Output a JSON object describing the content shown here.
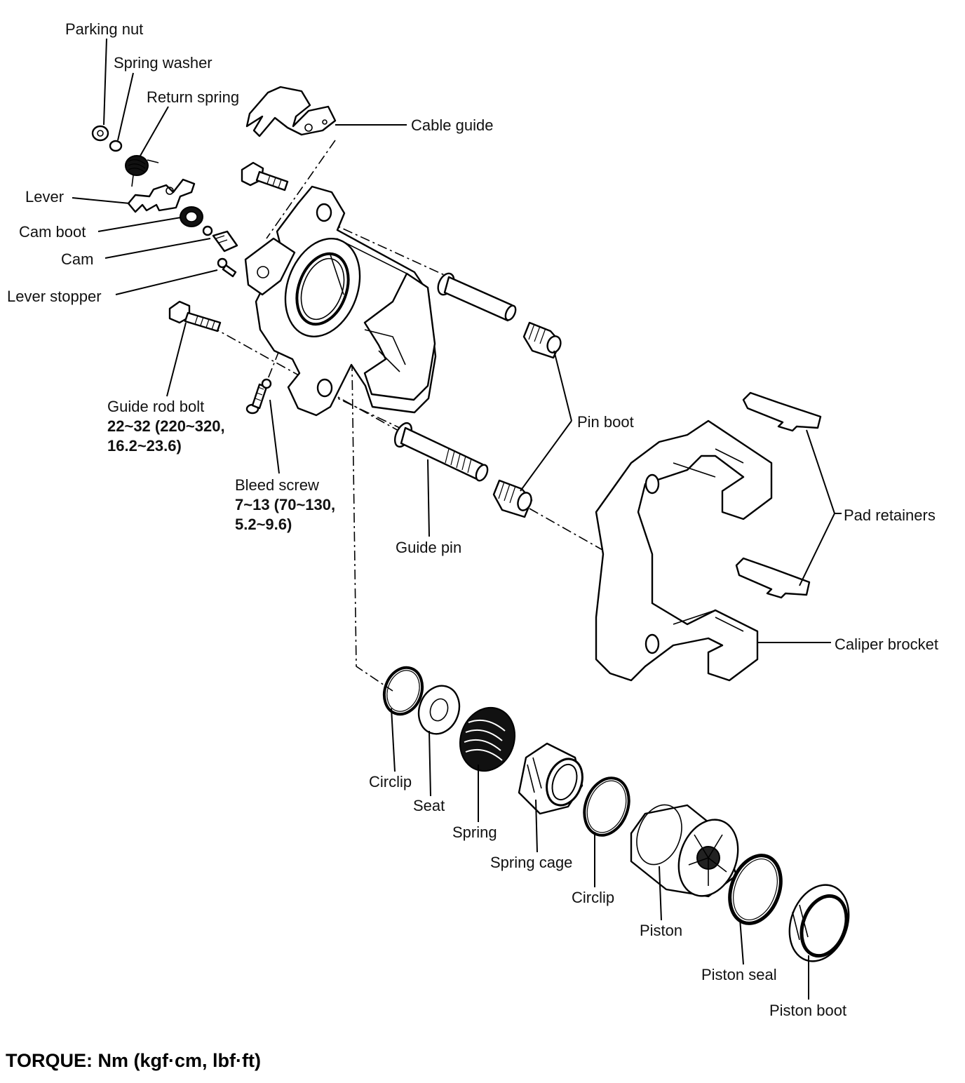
{
  "labels": {
    "parking_nut": "Parking nut",
    "spring_washer": "Spring washer",
    "return_spring": "Return spring",
    "cable_guide": "Cable guide",
    "lever": "Lever",
    "cam_boot": "Cam boot",
    "cam": "Cam",
    "lever_stopper": "Lever stopper",
    "guide_rod_bolt": "Guide rod bolt",
    "guide_rod_bolt_torque_1": "22~32 (220~320,",
    "guide_rod_bolt_torque_2": "16.2~23.6)",
    "bleed_screw": "Bleed screw",
    "bleed_screw_torque_1": "7~13 (70~130,",
    "bleed_screw_torque_2": "5.2~9.6)",
    "pin_boot": "Pin boot",
    "guide_pin": "Guide pin",
    "pad_retainers": "Pad retainers",
    "caliper_bracket": "Caliper brocket",
    "circlip_1": "Circlip",
    "seat": "Seat",
    "spring": "Spring",
    "spring_cage": "Spring cage",
    "circlip_2": "Circlip",
    "piston": "Piston",
    "piston_seal": "Piston seal",
    "piston_boot": "Piston boot"
  },
  "footer": {
    "torque_units": "TORQUE: Nm (kgf·cm, lbf·ft)"
  }
}
